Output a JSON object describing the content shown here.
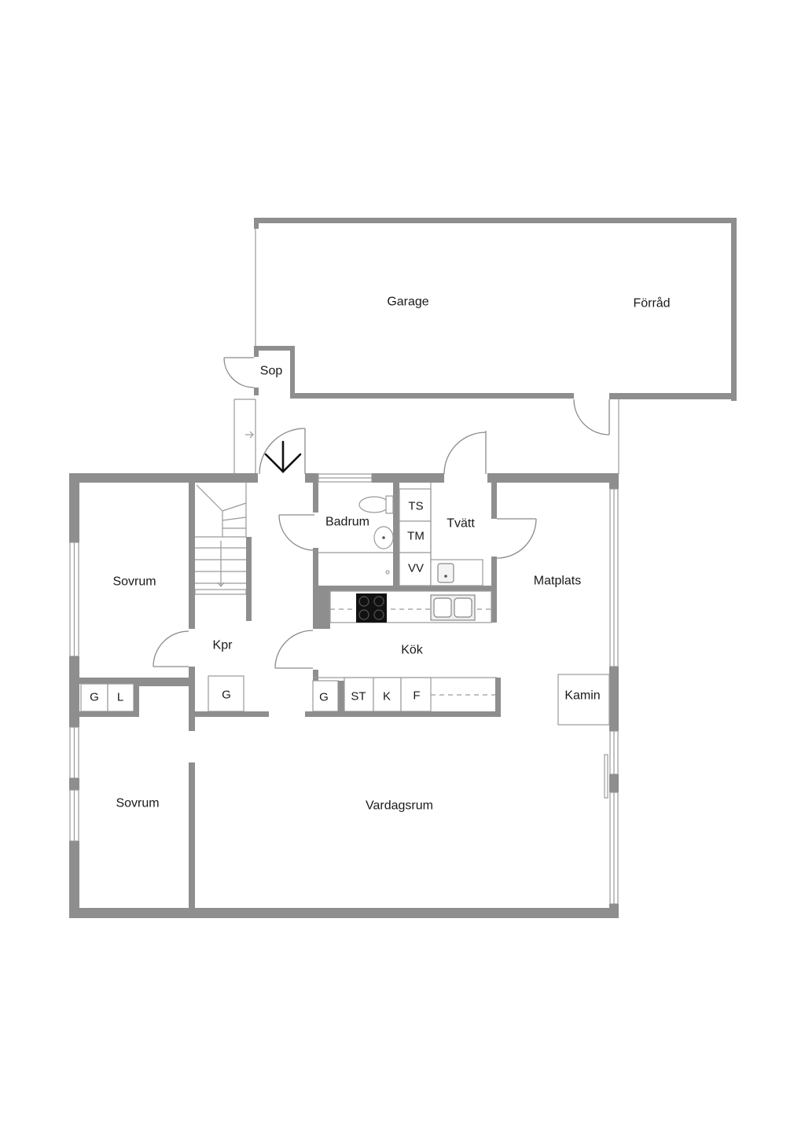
{
  "rooms": {
    "garage": "Garage",
    "forrad": "Förråd",
    "sop": "Sop",
    "badrum": "Badrum",
    "ts": "TS",
    "tm": "TM",
    "vv": "VV",
    "tvatt": "Tvätt",
    "matplats": "Matplats",
    "sovrum_1": "Sovrum",
    "kpr": "Kpr",
    "kok": "Kök",
    "kamin": "Kamin",
    "sovrum_2": "Sovrum",
    "vardagsrum": "Vardagsrum"
  },
  "fixtures": {
    "sovrum_closet_g": "G",
    "sovrum_closet_l": "L",
    "kpr_closet_g": "G",
    "kok_g": "G",
    "kok_st": "ST",
    "kok_k": "K",
    "kok_f": "F"
  },
  "colors": {
    "wall": "#8e8e8e",
    "line": "#9a9a9a",
    "text": "#1a1a1a",
    "stove": "#111111"
  }
}
